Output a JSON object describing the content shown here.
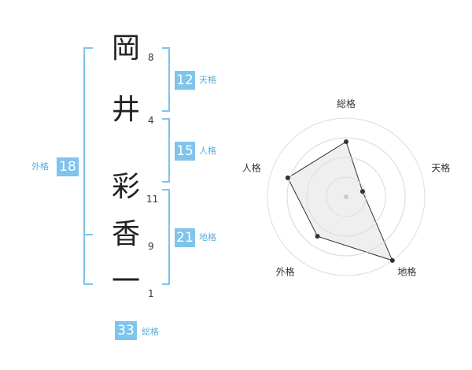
{
  "name": {
    "characters": [
      {
        "char": "岡",
        "strokes": "8"
      },
      {
        "char": "井",
        "strokes": "4"
      },
      {
        "char": "彩",
        "strokes": "11"
      },
      {
        "char": "香",
        "strokes": "9"
      },
      {
        "char": "一",
        "strokes": "1"
      }
    ]
  },
  "fortunes": {
    "tenkaku": {
      "label": "天格",
      "value": "12"
    },
    "jinkaku": {
      "label": "人格",
      "value": "15"
    },
    "chikaku": {
      "label": "地格",
      "value": "21"
    },
    "gaikaku": {
      "label": "外格",
      "value": "18"
    },
    "soukaku": {
      "label": "総格",
      "value": "33"
    }
  },
  "colors": {
    "accent": "#7fc4ec",
    "accent_text": "#5aaedc",
    "ring_fill": "#f2f2f2",
    "ring_stroke": "#dddddd",
    "polygon_fill": "#ececec",
    "polygon_stroke": "#333333"
  },
  "chart_data": {
    "type": "radar",
    "axes": [
      "総格",
      "天格",
      "地格",
      "外格",
      "人格"
    ],
    "values": [
      0.7,
      0.22,
      1.0,
      0.62,
      0.78
    ],
    "range": [
      0,
      1
    ],
    "rings": 4
  }
}
